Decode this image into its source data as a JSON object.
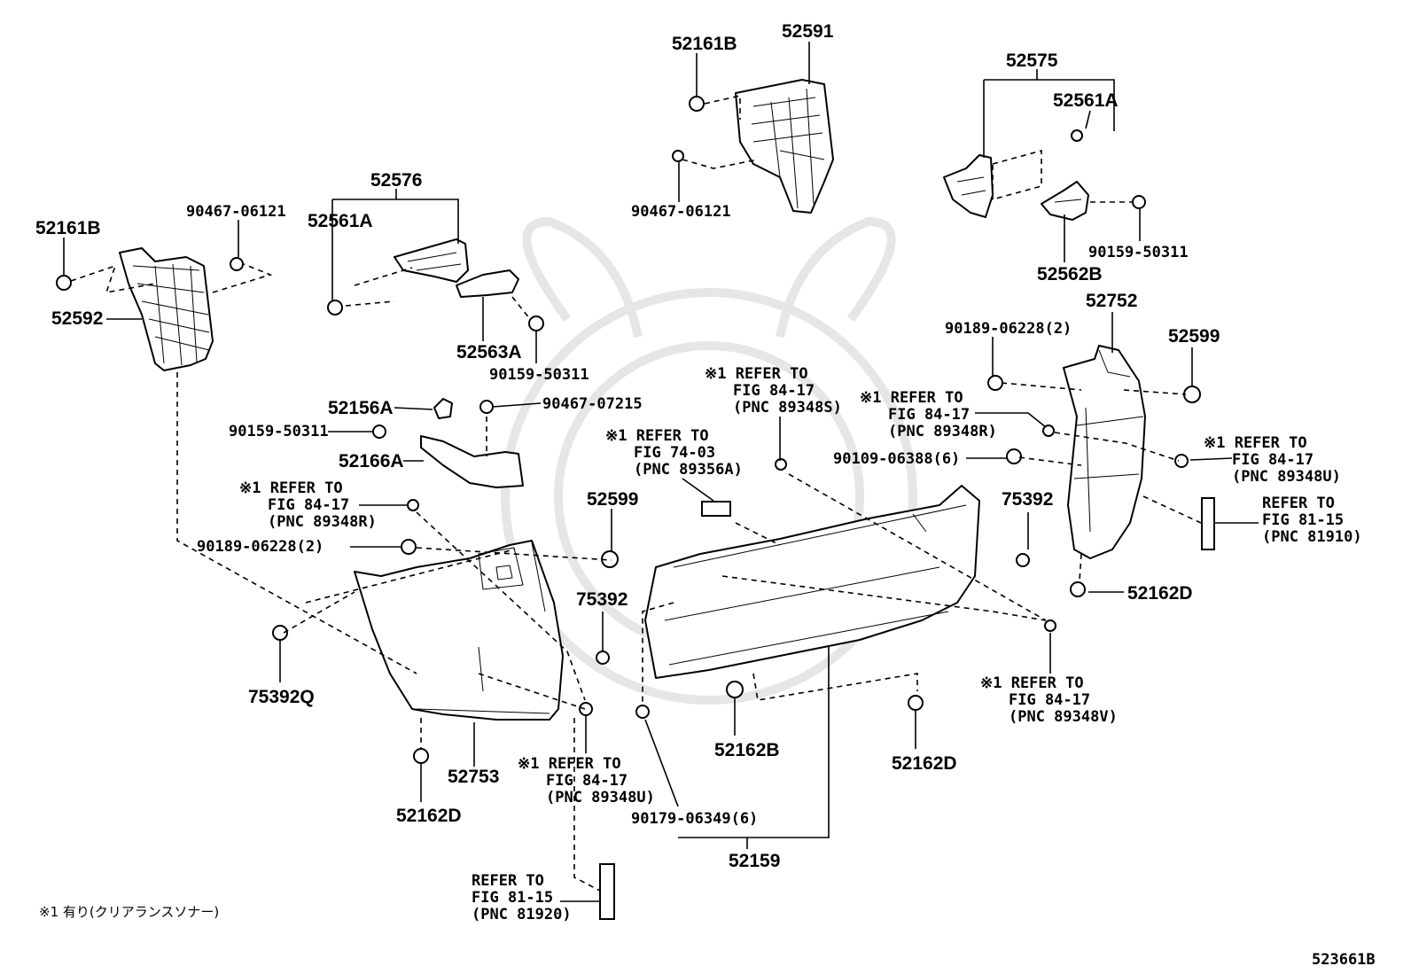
{
  "diagram": {
    "footnote": "※1 有り(クリアランスソナー)",
    "figure_number": "523661B",
    "part_labels": [
      "52161B",
      "52591",
      "52575",
      "52561A",
      "90467-06121",
      "90159-50311",
      "52562B",
      "52576",
      "52561A",
      "90467-06121",
      "52161B",
      "52592",
      "52563A",
      "90159-50311",
      "52752",
      "90189-06228(2)",
      "52599",
      "52156A",
      "90467-07215",
      "90159-50311",
      "52166A",
      "90109-06388(6)",
      "75392",
      "52599",
      "90189-06228(2)",
      "75392",
      "52162D",
      "75392Q",
      "52753",
      "52162D",
      "52162B",
      "52162D",
      "90179-06349(6)",
      "52159"
    ],
    "refer_notes": [
      {
        "lines": [
          "※1 REFER TO",
          "FIG 84-17",
          "(PNC 89348S)"
        ]
      },
      {
        "lines": [
          "※1 REFER TO",
          "FIG 84-17",
          "(PNC 89348R)"
        ]
      },
      {
        "lines": [
          "※1 REFER TO",
          "FIG 74-03",
          "(PNC 89356A)"
        ]
      },
      {
        "lines": [
          "※1 REFER TO",
          "FIG 84-17",
          "(PNC 89348U)"
        ]
      },
      {
        "lines": [
          "※1 REFER TO",
          "FIG 84-17",
          "(PNC 89348R)"
        ]
      },
      {
        "lines": [
          "REFER TO",
          "FIG 81-15",
          "(PNC 81910)"
        ]
      },
      {
        "lines": [
          "※1 REFER TO",
          "FIG 84-17",
          "(PNC 89348V)"
        ]
      },
      {
        "lines": [
          "※1 REFER TO",
          "FIG 84-17",
          "(PNC 89348U)"
        ]
      },
      {
        "lines": [
          "REFER TO",
          "FIG 81-15",
          "(PNC 81920)"
        ]
      }
    ]
  }
}
